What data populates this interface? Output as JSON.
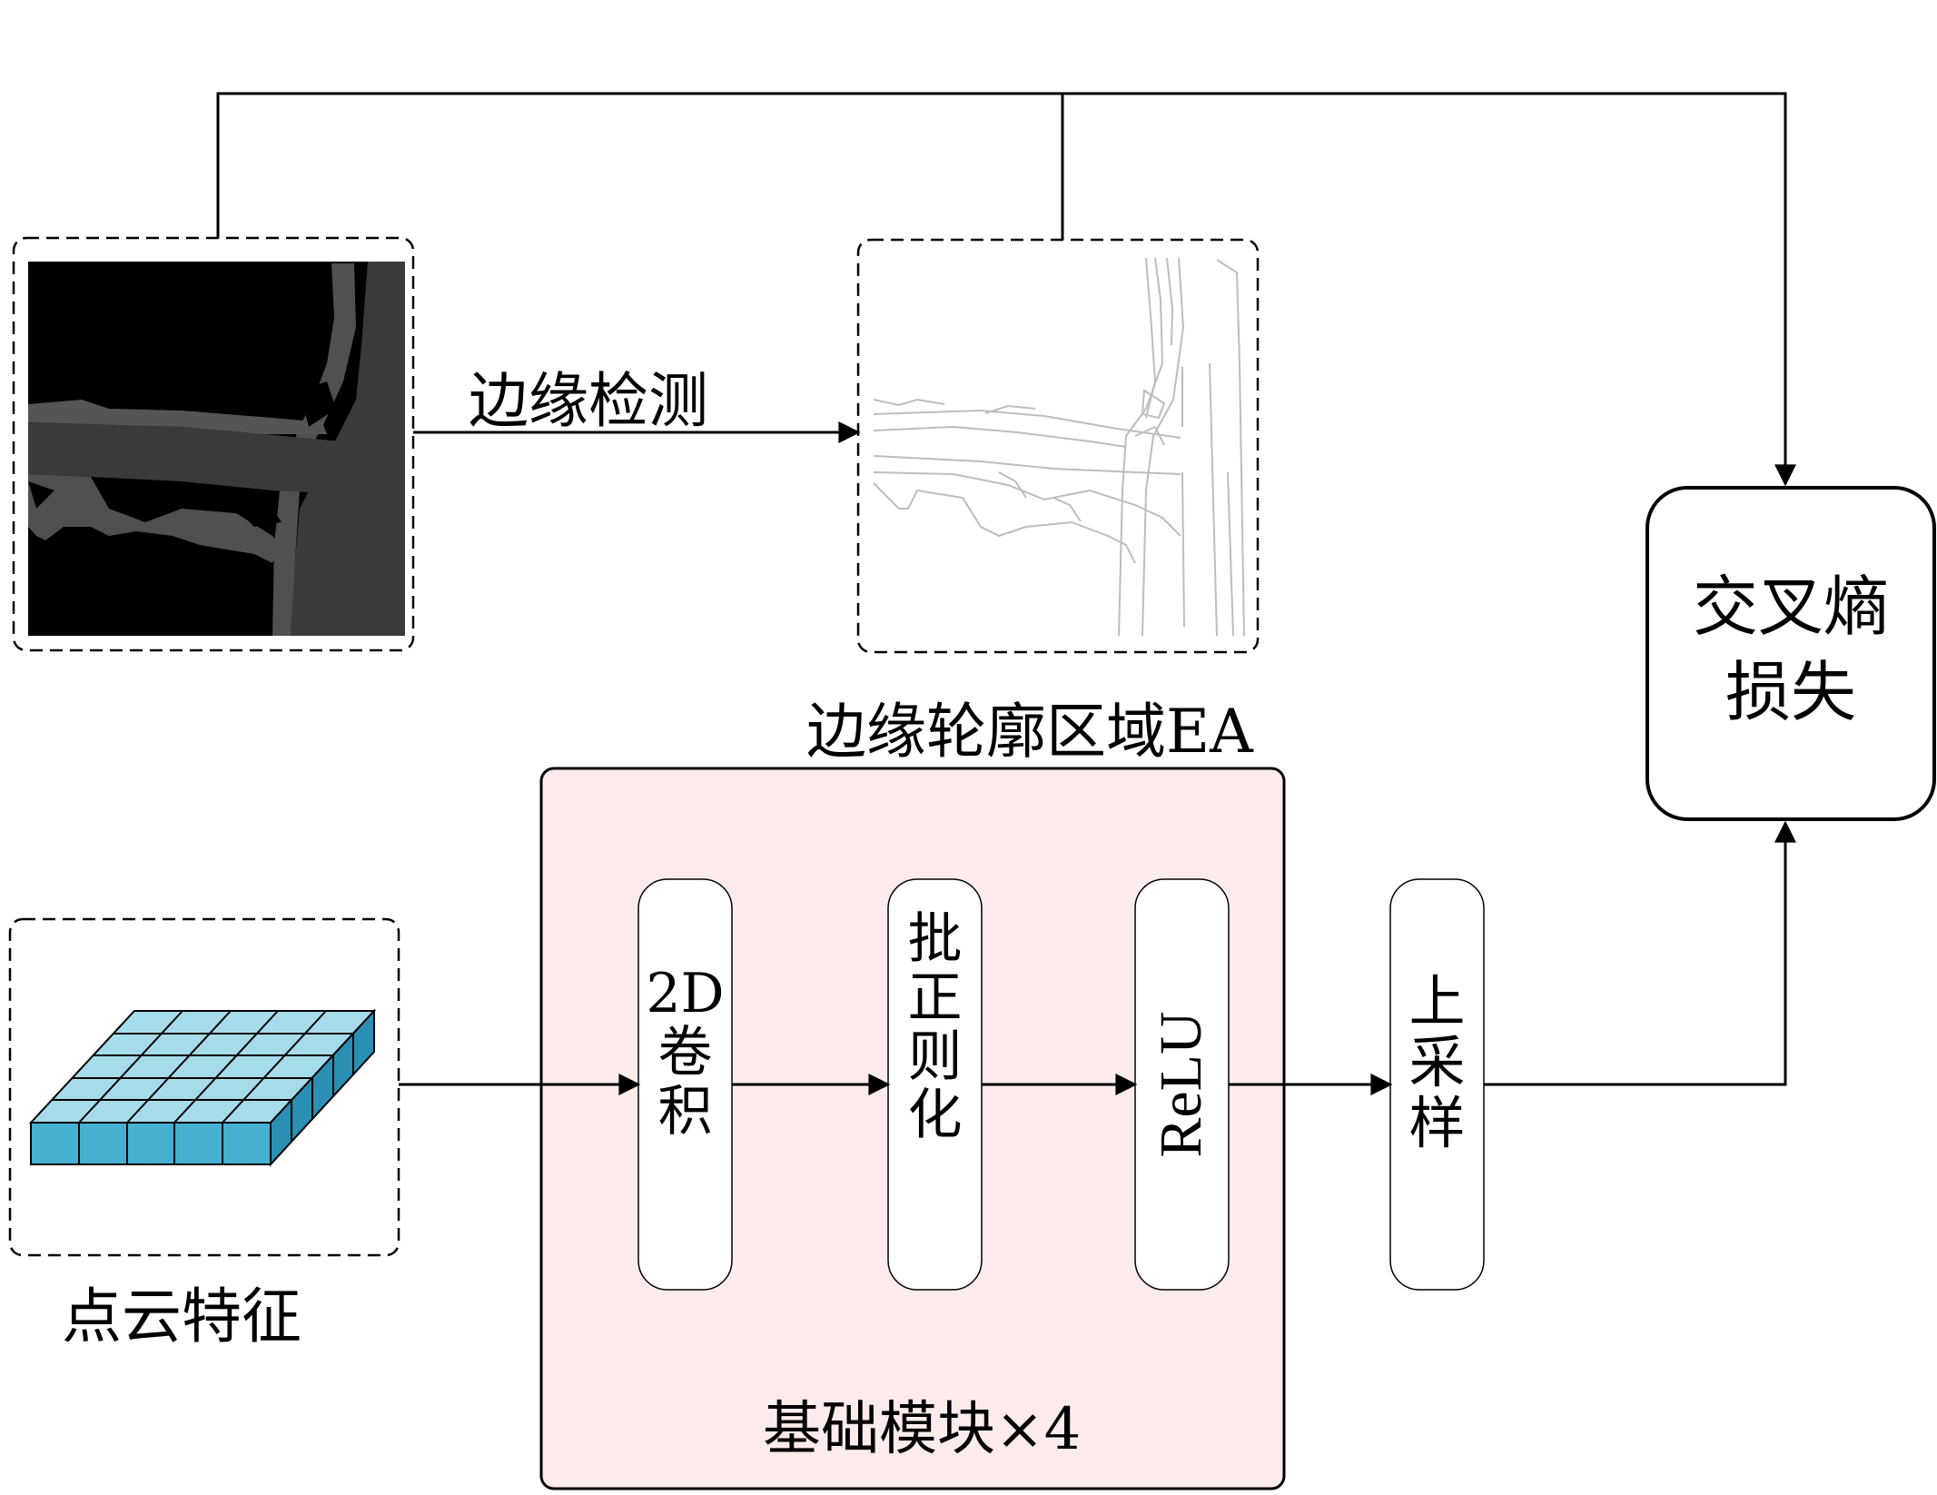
{
  "labels": {
    "edge_detection": "边缘检测",
    "edge_area": "边缘轮廓区域EA",
    "point_cloud_feature": "点云特征",
    "cross_entropy": [
      "交叉熵",
      "损失"
    ],
    "base_block": "基础模块×4",
    "conv2d": [
      "2D",
      "卷",
      "积"
    ],
    "batch_norm": [
      "批",
      "正",
      "则",
      "化"
    ],
    "relu": "ReLU",
    "upsample": [
      "上",
      "采",
      "样"
    ]
  },
  "colors": {
    "base_block_fill": "#fbeceb",
    "grid_top": "#a6dbea",
    "grid_side": "#46b0d1",
    "grid_side_dark": "#2a8fb3",
    "seg_dark": "#3a3a3a",
    "seg_light": "#5a5a5a",
    "edge_line": "#bdbdbd"
  },
  "icons": {
    "segmentation_image": "road-segmentation-map",
    "edge_image": "edge-contour-map",
    "grid": "point-cloud-grid-icon"
  }
}
